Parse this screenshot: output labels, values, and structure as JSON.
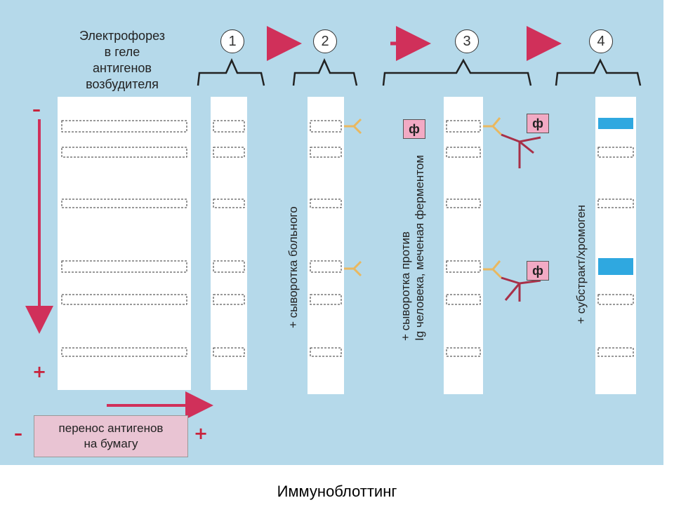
{
  "title_lines": [
    "Электрофорез",
    "в геле",
    "антигенов",
    "возбудителя"
  ],
  "steps": [
    "1",
    "2",
    "3",
    "4"
  ],
  "minus": "–",
  "plus": "+",
  "reagent_1": "+ сыворотка больного",
  "reagent_2_line1": "+ сыворотка против",
  "reagent_2_line2": "Ig человека, меченая ферментом",
  "reagent_3": "+ субстракт/хромоген",
  "enzyme_label": "ф",
  "transfer_label_line1": "перенос антигенов",
  "transfer_label_line2": "на бумагу",
  "caption": "Иммуноблоттинг",
  "colors": {
    "background": "#b5d9ea",
    "strip": "#ffffff",
    "arrow": "#d0305a",
    "band_colored": "#2fa8e0",
    "enzyme_box": "#f2aac4",
    "antibody_yellow": "#e9b860",
    "antibody_red": "#a83048"
  }
}
